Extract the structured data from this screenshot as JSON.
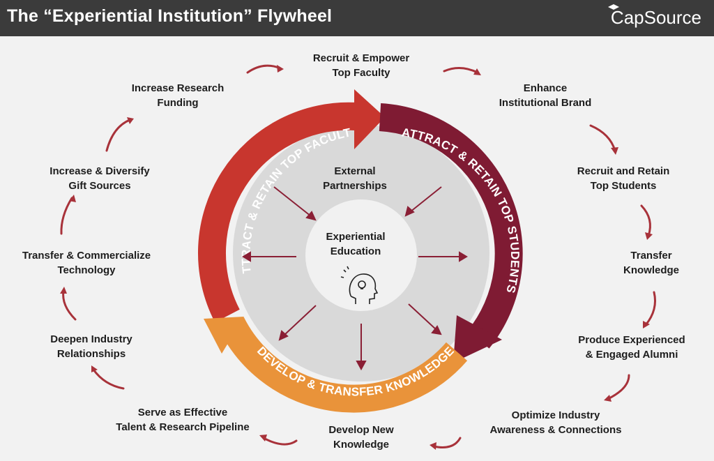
{
  "header": {
    "title": "The “Experiential Institution” Flywheel",
    "brand": "CapSource",
    "background": "#3b3b3b"
  },
  "colors": {
    "red": "#c8362e",
    "maroon": "#7f1b33",
    "orange": "#e9933a",
    "small_arrow": "#a8323a",
    "inner_disc": "#d9d9d9",
    "center_disc": "#f1f1f1",
    "inner_arrow": "#8a1f35"
  },
  "ring": {
    "faculty": "ATTRACT & RETAIN TOP FACULTY",
    "students": "ATTRACT & RETAIN TOP STUDENTS",
    "knowledge": "DEVELOP & TRANSFER KNOWLEDGE"
  },
  "inner": {
    "partnerships": [
      "External",
      "Partnerships"
    ],
    "center": [
      "Experiential",
      "Education"
    ],
    "center_icon": "head-lightbulb-icon"
  },
  "cycle": [
    [
      "Recruit & Empower",
      "Top Faculty"
    ],
    [
      "Enhance",
      "Institutional Brand"
    ],
    [
      "Recruit and Retain",
      "Top Students"
    ],
    [
      "Transfer",
      "Knowledge"
    ],
    [
      "Produce Experienced",
      "& Engaged Alumni"
    ],
    [
      "Optimize Industry",
      "Awareness & Connections"
    ],
    [
      "Develop New",
      "Knowledge"
    ],
    [
      "Serve as Effective",
      "Talent & Research Pipeline"
    ],
    [
      "Deepen Industry",
      "Relationships"
    ],
    [
      "Transfer & Commercialize",
      "Technology"
    ],
    [
      "Increase & Diversify",
      "Gift Sources"
    ],
    [
      "Increase Research",
      "Funding"
    ]
  ]
}
